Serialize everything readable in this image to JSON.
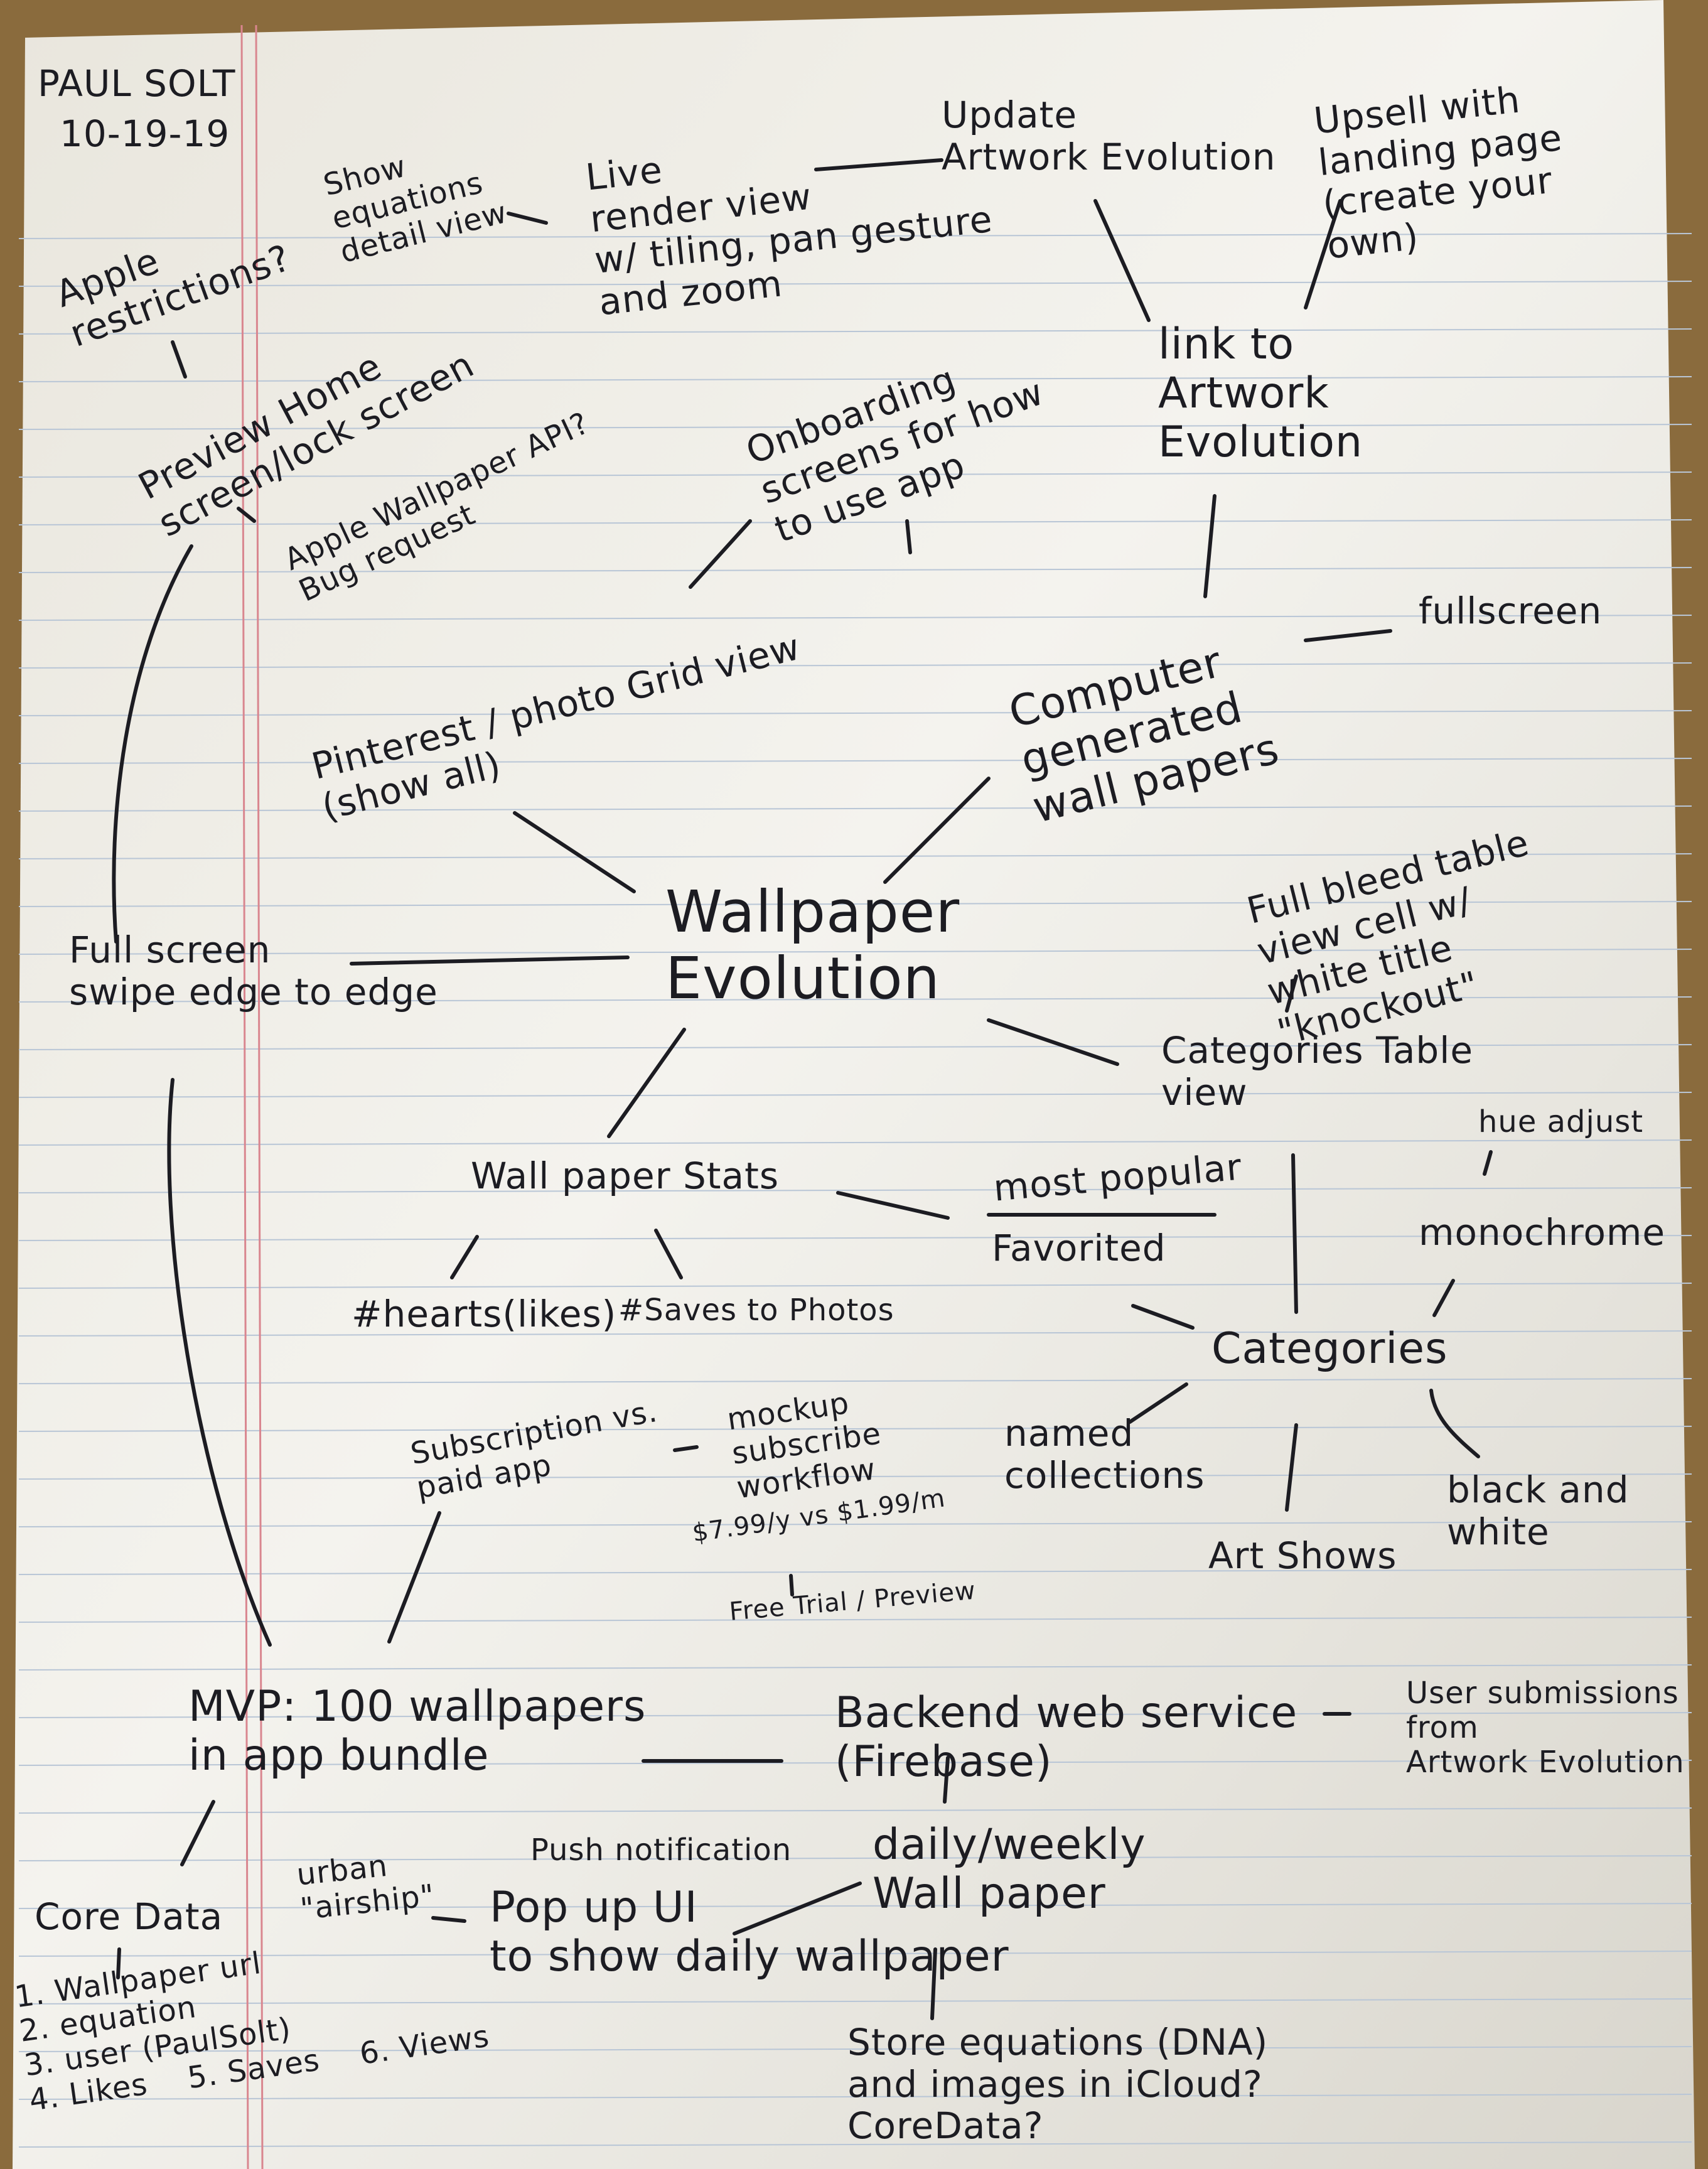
{
  "header": {
    "author": "PAUL SOLT",
    "date": "10-19-19"
  },
  "center": {
    "title": "Wallpaper\nEvolution"
  },
  "nodes": {
    "apple_restrictions": "Apple\nrestrictions?",
    "show_equations": "Show\nequations\ndetail view",
    "live_render": "Live\nrender view\nw/ tiling, pan gesture\nand zoom",
    "update_artwork": "Update\nArtwork Evolution",
    "upsell": "Upsell with\nlanding page\n(create your\nown)",
    "preview_home": "Preview Home\nscreen/lock screen",
    "apple_wallpaper_api": "Apple Wallpaper API?\nBug request",
    "onboarding": "Onboarding\nscreens for how\nto use app",
    "link_artwork": "link to\nArtwork\nEvolution",
    "pinterest": "Pinterest / photo Grid view\n(show all)",
    "computer_generated": "Computer\ngenerated\nwall papers",
    "fullscreen": "fullscreen",
    "full_bleed": "Full bleed table\nview cell w/\nwhite title\n\"knockout\"",
    "full_screen_swipe": "Full screen\nswipe edge to edge",
    "categories_table": "Categories Table\nview",
    "hue_adjust": "hue adjust",
    "wallpaper_stats": "Wall paper Stats",
    "most_popular": "most popular",
    "favorited": "Favorited",
    "monochrome": "monochrome",
    "hearts": "#hearts(likes)",
    "saves_photos": "#Saves to Photos",
    "categories": "Categories",
    "subscription": "Subscription vs.\npaid app",
    "mockup": "mockup\nsubscribe\nworkflow",
    "pricing": "$7.99/y vs $1.99/m",
    "free_trial": "Free Trial / Preview",
    "named_collections": "named\ncollections",
    "black_white": "black and\nwhite",
    "art_shows": "Art Shows",
    "mvp": "MVP: 100 wallpapers\nin app bundle",
    "backend": "Backend web service\n(Firebase)",
    "user_submissions": "User submissions\nfrom\nArtwork Evolution",
    "core_data": "Core Data",
    "urban_airship": "urban\n\"airship\"",
    "push_notification": "Push notification",
    "popup_ui": "Pop up UI\nto show daily wallpaper",
    "daily_weekly": "daily/weekly\nWall paper",
    "core_data_list": "1. Wallpaper url\n2. equation\n3. user (PaulSolt)\n4. Likes    5. Saves    6. Views",
    "store_equations": "Store equations (DNA)\nand images in iCloud?\nCoreData?"
  },
  "colors": {
    "ink": "#1c1c22",
    "margin_line": "#d9868f",
    "rule_line": "#b9c6d6",
    "paper": "#f1efe9",
    "table": "#8a6b3d"
  }
}
